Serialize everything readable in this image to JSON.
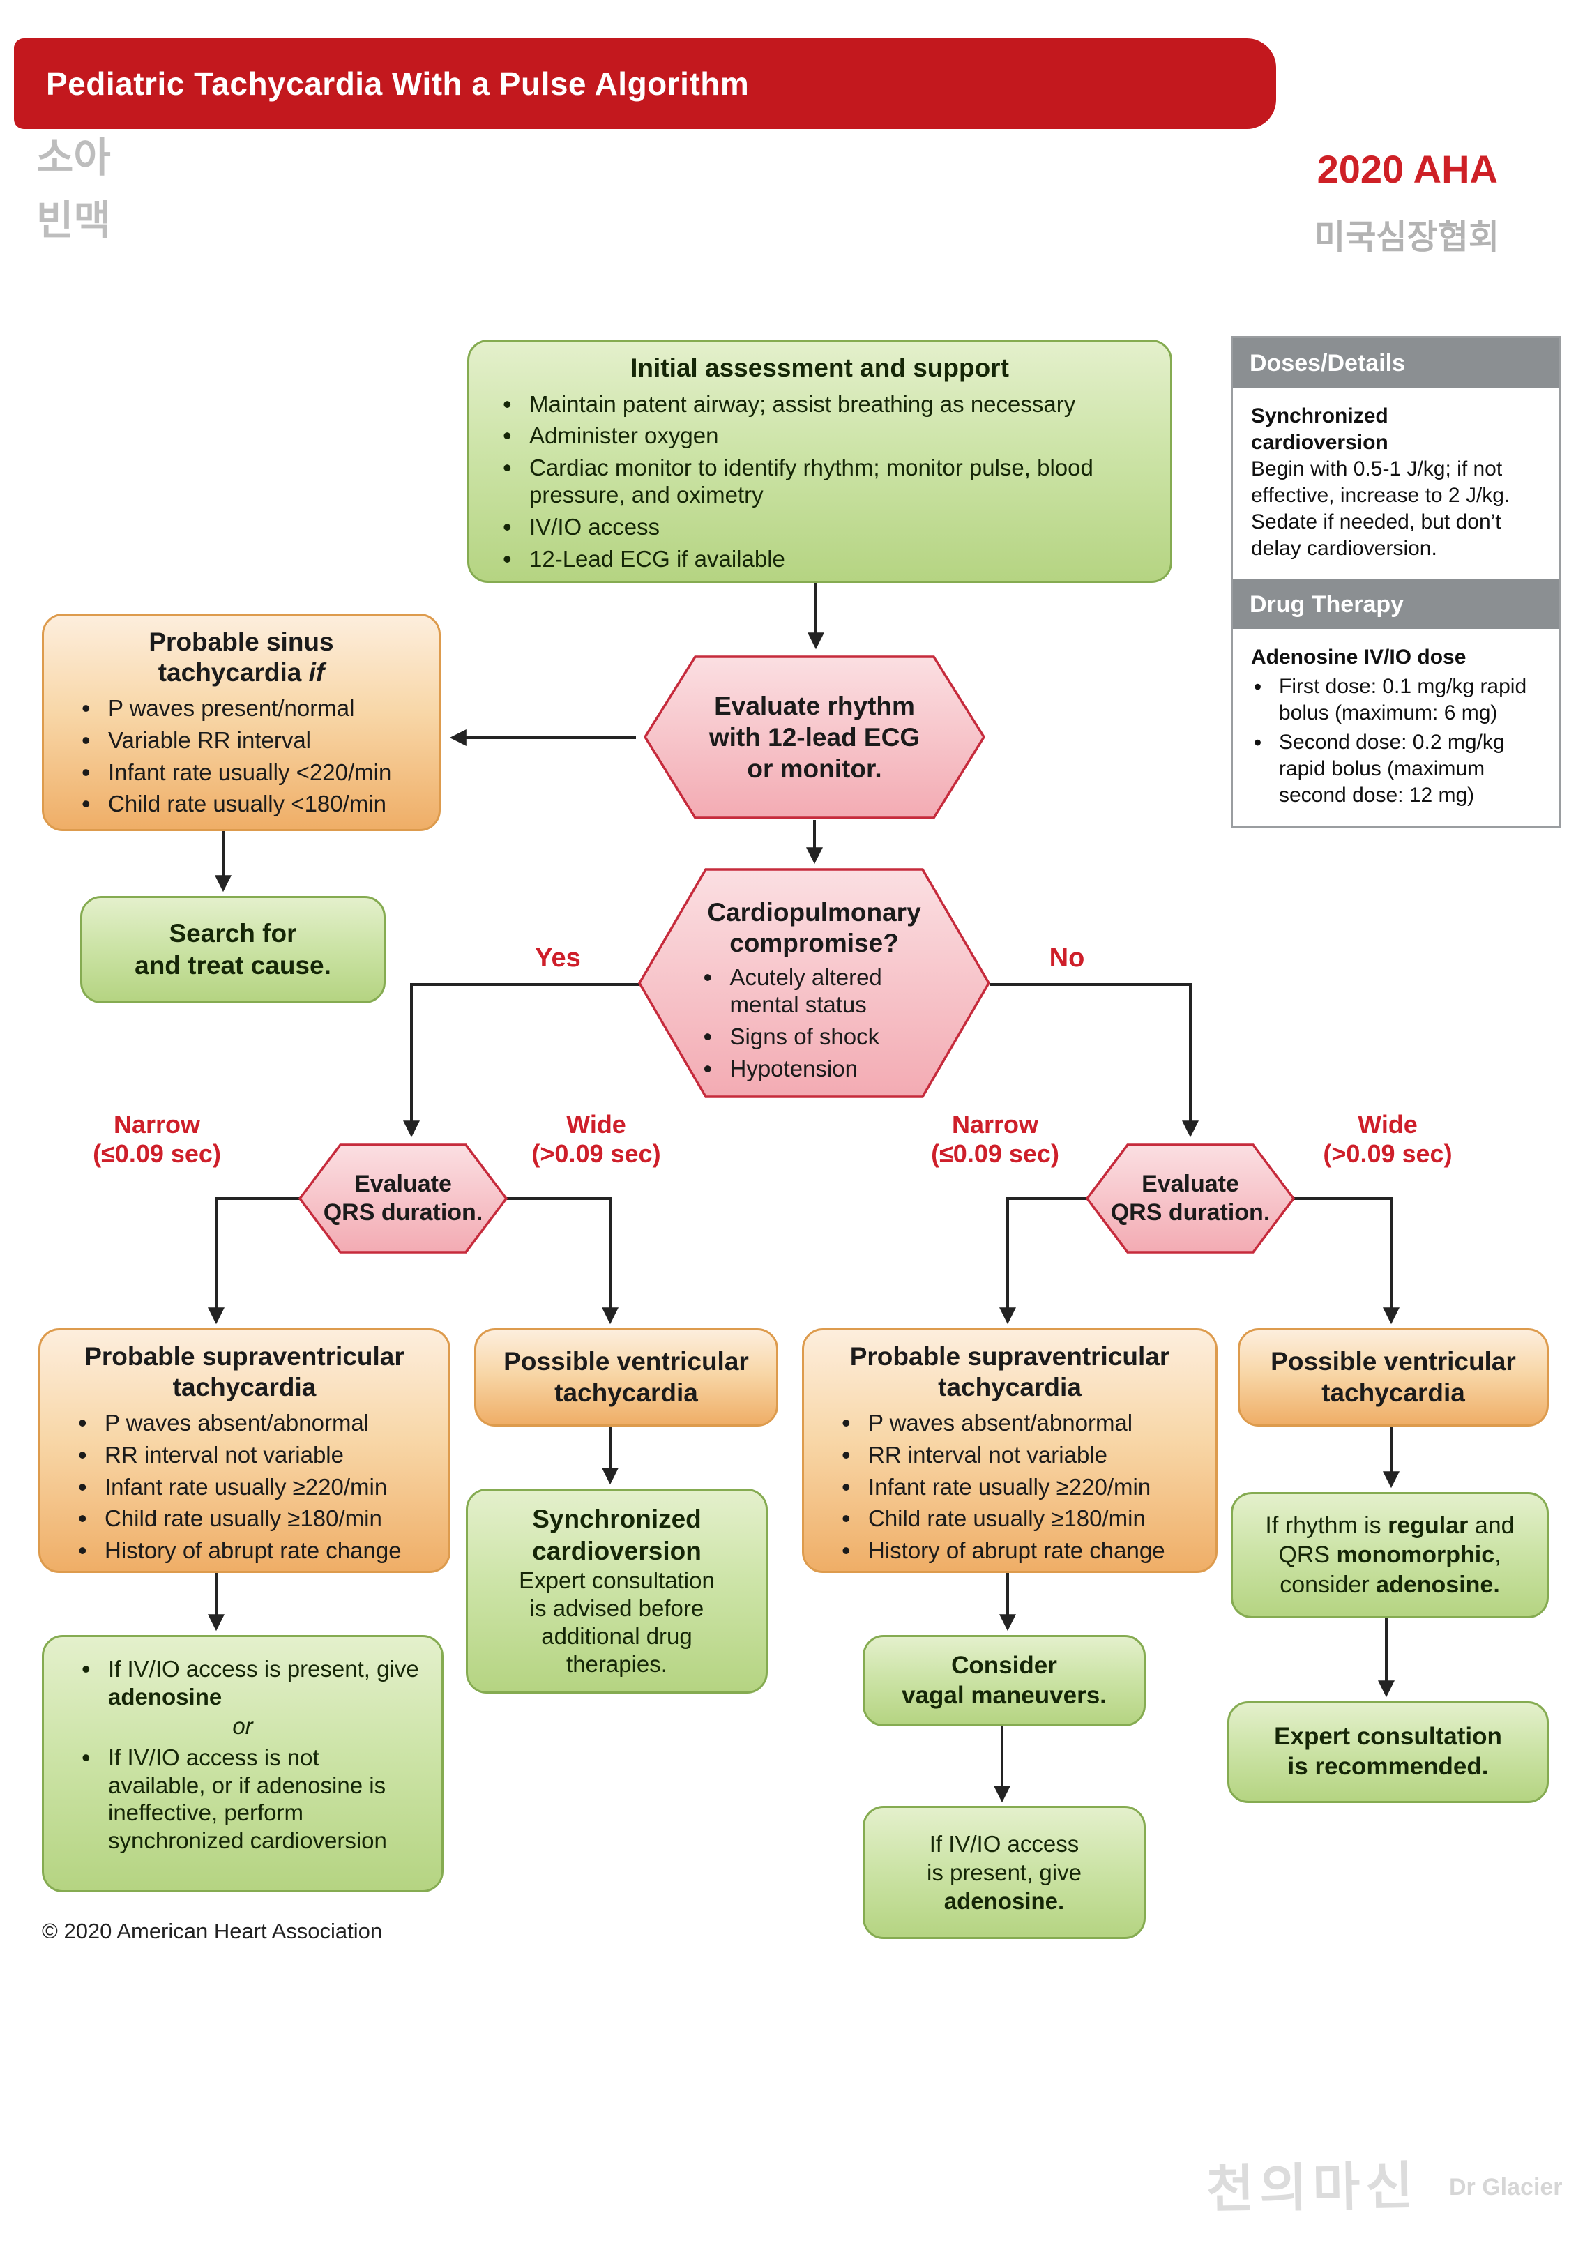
{
  "header": {
    "title": "Pediatric Tachycardia With a Pulse Algorithm",
    "korean_line1": "소아",
    "korean_line2": "빈맥",
    "year_org": "2020 AHA",
    "org_korean": "미국심장협회"
  },
  "colors": {
    "banner_red": "#c3181e",
    "accent_red": "#ce1f2a",
    "green_border": "#85ab51",
    "orange_border": "#dd9b4d",
    "pink_border": "#c62b3c",
    "gray_header": "#8b8f92"
  },
  "flow": {
    "initial": {
      "title": "Initial assessment and support",
      "bullets": [
        "Maintain patent airway; assist breathing as necessary",
        "Administer oxygen",
        "Cardiac monitor to identify rhythm; monitor pulse, blood pressure, and oximetry",
        "IV/IO access",
        "12-Lead ECG if available"
      ]
    },
    "sinus": {
      "t1": "Probable sinus",
      "t2a": "tachycardia ",
      "t2b": "if",
      "bullets": [
        "P waves present/normal",
        "Variable RR interval",
        "Infant rate usually <220/min",
        "Child rate usually <180/min"
      ]
    },
    "rhythm_hex": {
      "l1": "Evaluate rhythm",
      "l2": "with 12-lead ECG",
      "l3": "or monitor."
    },
    "search": {
      "l1": "Search for",
      "l2": "and treat cause."
    },
    "cardio_hex": {
      "t1": "Cardiopulmonary",
      "t2": "compromise?",
      "bullets": [
        "Acutely altered mental status",
        "Signs of shock",
        "Hypotension"
      ]
    },
    "yes": "Yes",
    "no": "No",
    "narrow": "Narrow",
    "narrow_sub": "(≤0.09 sec)",
    "wide": "Wide",
    "wide_sub": "(>0.09 sec)",
    "qrs_hex": {
      "l1": "Evaluate",
      "l2": "QRS duration."
    },
    "svt": {
      "t1": "Probable supraventricular",
      "t2": "tachycardia",
      "bullets": [
        "P waves absent/abnormal",
        "RR interval not variable",
        "Infant rate usually ≥220/min",
        "Child rate usually ≥180/min",
        "History of abrupt rate change"
      ]
    },
    "vt": {
      "l1": "Possible ventricular",
      "l2": "tachycardia"
    },
    "sync": {
      "t1": "Synchronized",
      "t2": "cardioversion",
      "b1": "Expert consultation",
      "b2": "is advised before",
      "b3": "additional drug",
      "b4": "therapies."
    },
    "ivio_left": {
      "b1a": "If IV/IO access is present, give ",
      "b1b": "adenosine",
      "or": "or",
      "b2": "If IV/IO access is not available, or if adenosine is ineffective, perform synchronized cardioversion"
    },
    "vagal": {
      "l1": "Consider",
      "l2": "vagal maneuvers."
    },
    "ivio_right": {
      "l1": "If IV/IO access",
      "l2": "is present, give",
      "l3": "adenosine."
    },
    "regular": {
      "l1a": "If rhythm is ",
      "l1b": "regular",
      "l1c": " and",
      "l2a": "QRS ",
      "l2b": "monomorphic",
      "l2c": ",",
      "l3a": "consider ",
      "l3b": "adenosine."
    },
    "expert": {
      "l1": "Expert consultation",
      "l2": "is recommended."
    }
  },
  "sidebar": {
    "doses_header": "Doses/Details",
    "sync_t1": "Synchronized",
    "sync_t2": "cardioversion",
    "sync_body": "Begin with 0.5-1 J/kg; if not effective, increase to 2 J/kg. Sedate if needed, but don’t delay cardioversion.",
    "drug_header": "Drug Therapy",
    "adenosine_title": "Adenosine IV/IO dose",
    "bullets": [
      "First dose: 0.1 mg/kg rapid bolus (maximum: 6 mg)",
      "Second dose: 0.2 mg/kg rapid bolus (maximum second dose: 12 mg)"
    ]
  },
  "footer": {
    "copyright": "© 2020 American Heart Association"
  },
  "watermark": {
    "signature": "천의마신",
    "name": "Dr Glacier"
  }
}
